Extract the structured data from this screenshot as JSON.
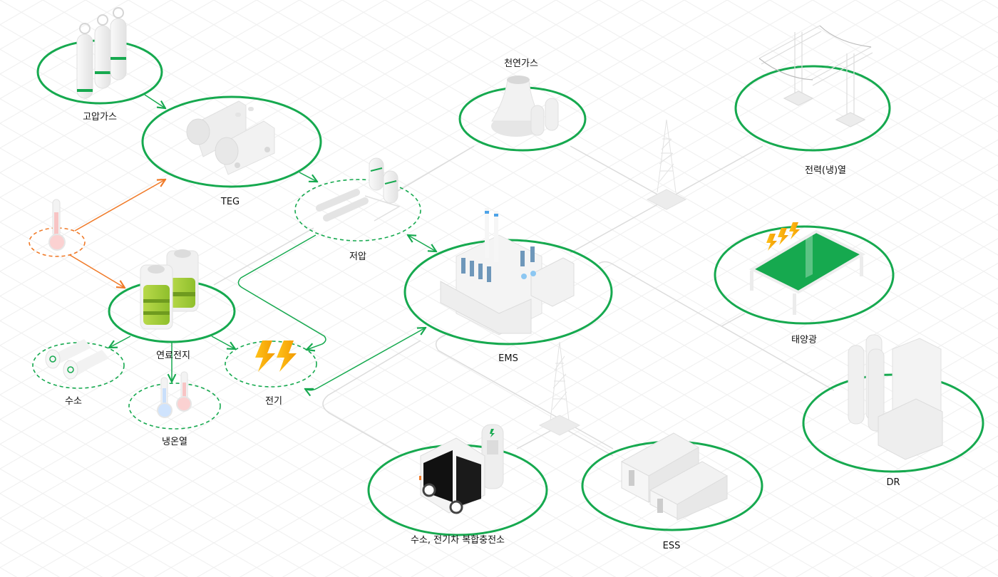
{
  "diagram": {
    "title": "Energy network diagram",
    "colors": {
      "primary": "#16a94f",
      "heat": "#f07a28",
      "connector": "#dcdcdc",
      "grid": "#efefef",
      "label": "#111111"
    },
    "nodes": [
      {
        "id": "high_pressure_gas",
        "label": "고압가스",
        "icon": "gas-cylinders-icon",
        "ring": "solid"
      },
      {
        "id": "teg",
        "label": "TEG",
        "icon": "tank-wagon-icon",
        "ring": "solid"
      },
      {
        "id": "heat_source",
        "label": "",
        "icon": "thermometer-hot-icon",
        "ring": "dashed-orange"
      },
      {
        "id": "low_pressure",
        "label": "저압",
        "icon": "low-pressure-tanks-icon",
        "ring": "dashed"
      },
      {
        "id": "fuel_cell",
        "label": "연료전지",
        "icon": "fuel-cell-battery-icon",
        "ring": "solid"
      },
      {
        "id": "hydrogen",
        "label": "수소",
        "icon": "hydrogen-tanks-icon",
        "ring": "dashed"
      },
      {
        "id": "heating_cooling",
        "label": "냉온열",
        "icon": "hot-cold-thermometers-icon",
        "ring": "dashed"
      },
      {
        "id": "electricity",
        "label": "전기",
        "icon": "lightning-bolts-icon",
        "ring": "dashed"
      },
      {
        "id": "natural_gas",
        "label": "천연가스",
        "icon": "cooling-tower-icon",
        "ring": "solid"
      },
      {
        "id": "ems",
        "label": "EMS",
        "icon": "factory-icon",
        "ring": "solid"
      },
      {
        "id": "power_heat",
        "label": "전력(냉)열",
        "icon": "power-pylons-icon",
        "ring": "solid"
      },
      {
        "id": "solar",
        "label": "태양광",
        "icon": "solar-panel-icon",
        "ring": "solid"
      },
      {
        "id": "dr",
        "label": "DR",
        "icon": "industrial-plant-icon",
        "ring": "solid"
      },
      {
        "id": "charging_station",
        "label": "수소, 전기차 복합충전소",
        "icon": "ev-bus-charger-icon",
        "ring": "solid"
      },
      {
        "id": "ess",
        "label": "ESS",
        "icon": "battery-containers-icon",
        "ring": "solid"
      }
    ],
    "edges": [
      {
        "from": "high_pressure_gas",
        "to": "teg",
        "style": "green-arrow"
      },
      {
        "from": "teg",
        "to": "low_pressure",
        "style": "green-arrow"
      },
      {
        "from": "heat_source",
        "to": "teg",
        "style": "orange-arrow"
      },
      {
        "from": "heat_source",
        "to": "fuel_cell",
        "style": "orange-arrow"
      },
      {
        "from": "fuel_cell",
        "to": "hydrogen",
        "style": "green-arrow"
      },
      {
        "from": "fuel_cell",
        "to": "heating_cooling",
        "style": "green-arrow"
      },
      {
        "from": "fuel_cell",
        "to": "electricity",
        "style": "green-arrow"
      },
      {
        "from": "low_pressure",
        "to": "electricity",
        "style": "green-arrow"
      },
      {
        "from": "low_pressure",
        "to": "ems",
        "style": "green-bidirectional"
      },
      {
        "from": "ems",
        "to": "electricity",
        "style": "green-bidirectional"
      },
      {
        "from": "natural_gas",
        "to": "power_heat",
        "style": "grey-line"
      },
      {
        "from": "ems",
        "to": "solar",
        "style": "grey-line"
      },
      {
        "from": "ems",
        "to": "dr",
        "style": "grey-line"
      },
      {
        "from": "ems",
        "to": "ess",
        "style": "grey-line"
      },
      {
        "from": "electricity",
        "to": "charging_station",
        "style": "grey-line"
      }
    ]
  }
}
